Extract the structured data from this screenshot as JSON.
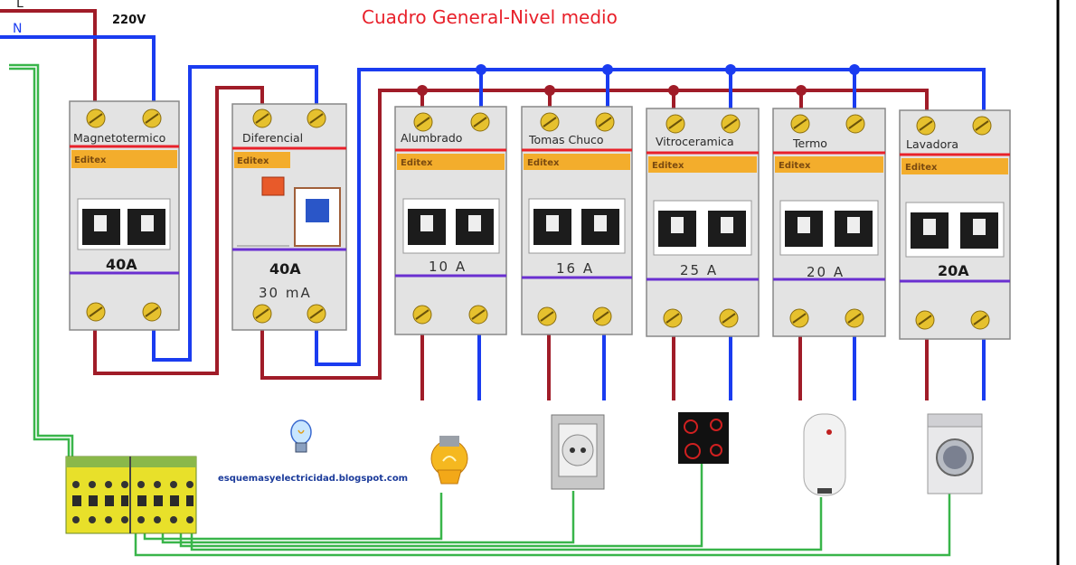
{
  "title": "Cuadro General-Nivel medio",
  "supply": {
    "line_label": "L",
    "neutral_label": "N",
    "voltage": "220V"
  },
  "breakers": [
    {
      "name": "Magnetotermico",
      "brand": "Editex",
      "rating": "40A",
      "rating2": ""
    },
    {
      "name": "Diferencial",
      "brand": "Editex",
      "rating": "40A",
      "rating2": "30 mA"
    },
    {
      "name": "Alumbrado",
      "brand": "Editex",
      "rating": "10 A",
      "rating2": ""
    },
    {
      "name": "Tomas Chuco",
      "brand": "Editex",
      "rating": "16 A",
      "rating2": ""
    },
    {
      "name": "Vitroceramica",
      "brand": "Editex",
      "rating": "25 A",
      "rating2": ""
    },
    {
      "name": "Termo",
      "brand": "Editex",
      "rating": "20 A",
      "rating2": ""
    },
    {
      "name": "Lavadora",
      "brand": "Editex",
      "rating": "20A",
      "rating2": ""
    }
  ],
  "loads": [
    {
      "icon": "light-bulb-icon"
    },
    {
      "icon": "power-socket-icon"
    },
    {
      "icon": "ceramic-hob-icon"
    },
    {
      "icon": "water-heater-icon"
    },
    {
      "icon": "washing-machine-icon"
    }
  ],
  "watermark": "esquemasyelectricidad.blogspot.com",
  "colors": {
    "live": "#a01c28",
    "neutral": "#1a3cf0",
    "earth": "#39b54a",
    "title": "#e8202a"
  }
}
